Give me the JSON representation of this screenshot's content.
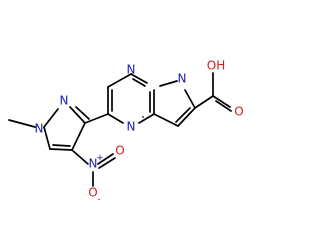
{
  "molecule": {
    "atoms": [
      {
        "id": "N_ring1",
        "label": "N",
        "color": "#1c1cb4"
      },
      {
        "id": "N_ring2",
        "label": "N",
        "color": "#1c1cb4"
      },
      {
        "id": "N_ring3",
        "label": "N",
        "color": "#1c1cb4"
      },
      {
        "id": "N_pz1",
        "label": "N",
        "color": "#1c1cb4"
      },
      {
        "id": "N_pz2",
        "label": "N",
        "color": "#1c1cb4"
      },
      {
        "id": "N_nitro",
        "label": "N",
        "charge": "+",
        "color": "#1c1cb4"
      },
      {
        "id": "O_nitro_dbl",
        "label": "O",
        "color": "#cc1f1f"
      },
      {
        "id": "O_nitro_neg",
        "label": "O",
        "charge": "-",
        "color": "#cc1f1f"
      },
      {
        "id": "OH",
        "label": "OH",
        "color": "#cc1f1f"
      },
      {
        "id": "O_carbonyl",
        "label": "O",
        "color": "#cc1f1f"
      }
    ]
  }
}
